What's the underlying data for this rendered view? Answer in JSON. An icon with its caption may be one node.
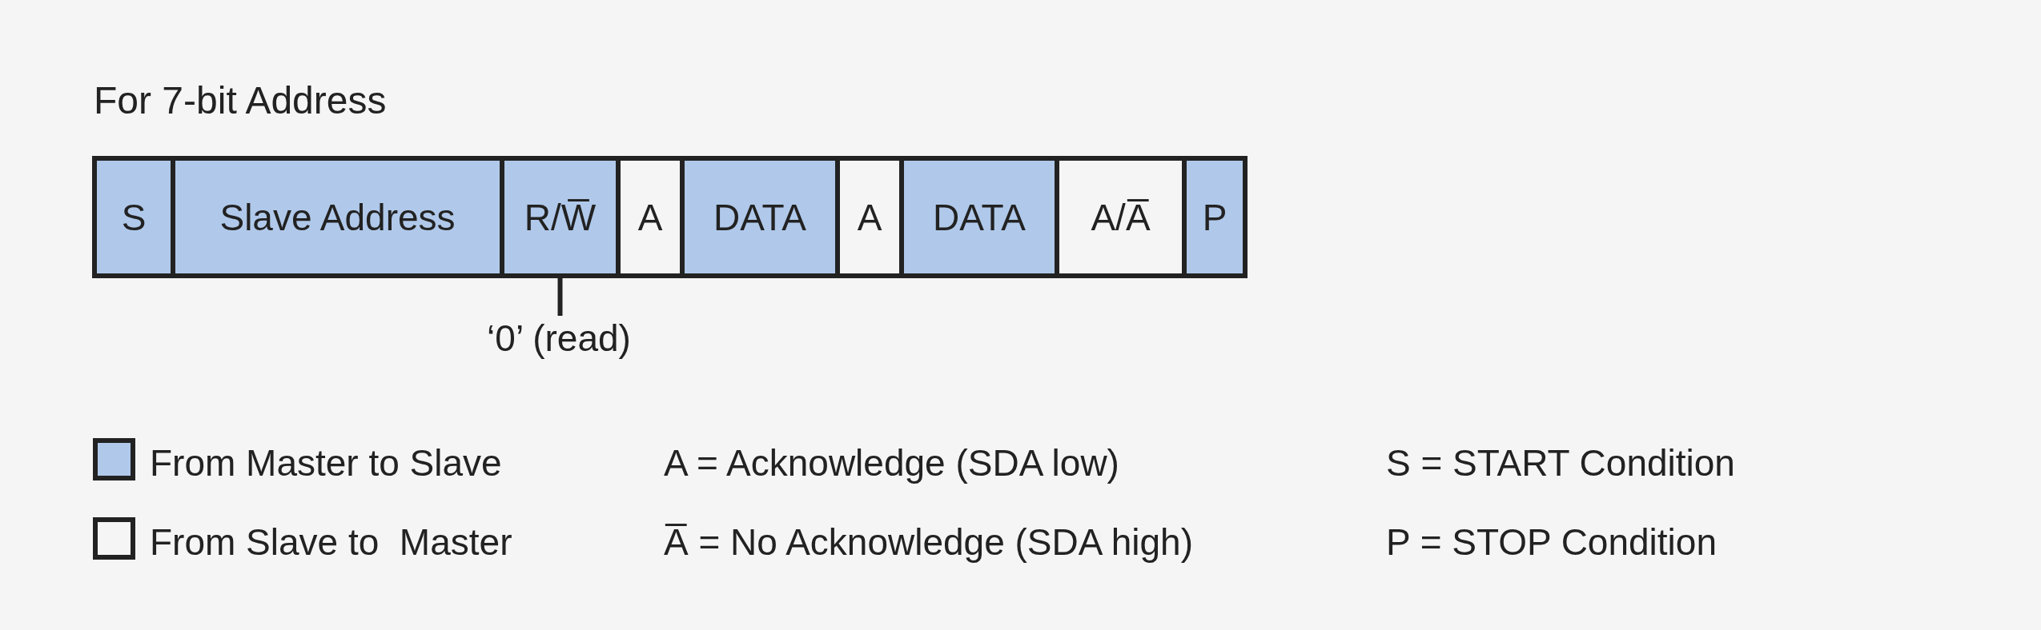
{
  "diagram": {
    "title": "For 7-bit Address",
    "nodes": [
      {
        "text": [
          "S"
        ]
      },
      {
        "text": [
          "Slave Address"
        ]
      },
      {
        "text": [
          "R/W̅"
        ]
      },
      {
        "text": [
          "A"
        ]
      },
      {
        "text": [
          "DATA"
        ]
      },
      {
        "text": [
          "A"
        ]
      },
      {
        "text": [
          "DATA"
        ]
      },
      {
        "text": [
          "A/A̅"
        ]
      },
      {
        "text": [
          "P"
        ]
      },
      {
        "text": [
          "‘0’ (read)"
        ]
      }
    ],
    "edges": [
      {
        "from": 9,
        "to": 2,
        "arrow": "none"
      }
    ],
    "labels": [
      "A = Acknowledge (SDA low)",
      "S = START Condition",
      "A̅ = No Acknowledge (SDA high)",
      "P = STOP Condition"
    ],
    "legend": [
      {
        "text": "From Master to Slave",
        "color": "#b0c9ea"
      },
      {
        "text": "From Slave to  Master",
        "color": "#f5f5f5"
      }
    ]
  }
}
